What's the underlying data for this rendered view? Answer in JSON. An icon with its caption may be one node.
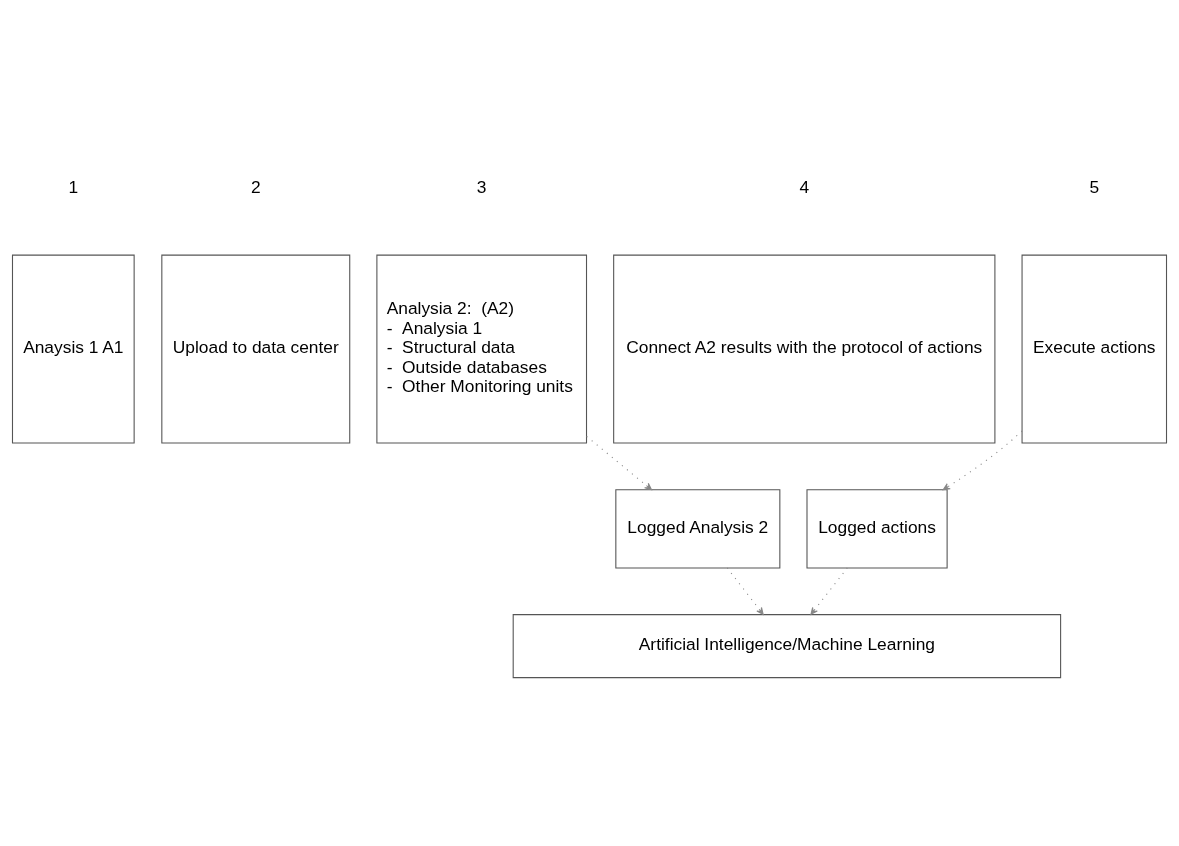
{
  "diagram": {
    "nodes": [
      {
        "text": [
          "Anaysis 1 A1"
        ],
        "beside": [
          "1"
        ]
      },
      {
        "text": [
          "Upload to data center"
        ],
        "beside": [
          "2"
        ]
      },
      {
        "text": [
          "Analysia 2:  (A2)",
          "-  Analysia 1",
          "-  Structural data",
          "-  Outside databases",
          "-  Other Monitoring units"
        ],
        "beside": [
          "3"
        ]
      },
      {
        "text": [
          "Connect A2 results with the protocol of actions"
        ],
        "beside": [
          "4"
        ]
      },
      {
        "text": [
          "Execute actions"
        ],
        "beside": [
          "5"
        ]
      },
      {
        "text": [
          "Logged Analysis 2"
        ]
      },
      {
        "text": [
          "Logged actions"
        ]
      },
      {
        "text": [
          "Artificial Intelligence/Machine Learning"
        ]
      }
    ],
    "edges": [
      {
        "from": 2,
        "to": 5,
        "arrow": "to",
        "style": "dashed"
      },
      {
        "from": 4,
        "to": 6,
        "arrow": "to",
        "style": "dashed"
      },
      {
        "from": 5,
        "to": 7,
        "arrow": "to",
        "style": "dashed"
      },
      {
        "from": 6,
        "to": 7,
        "arrow": "to",
        "style": "dashed"
      }
    ]
  }
}
